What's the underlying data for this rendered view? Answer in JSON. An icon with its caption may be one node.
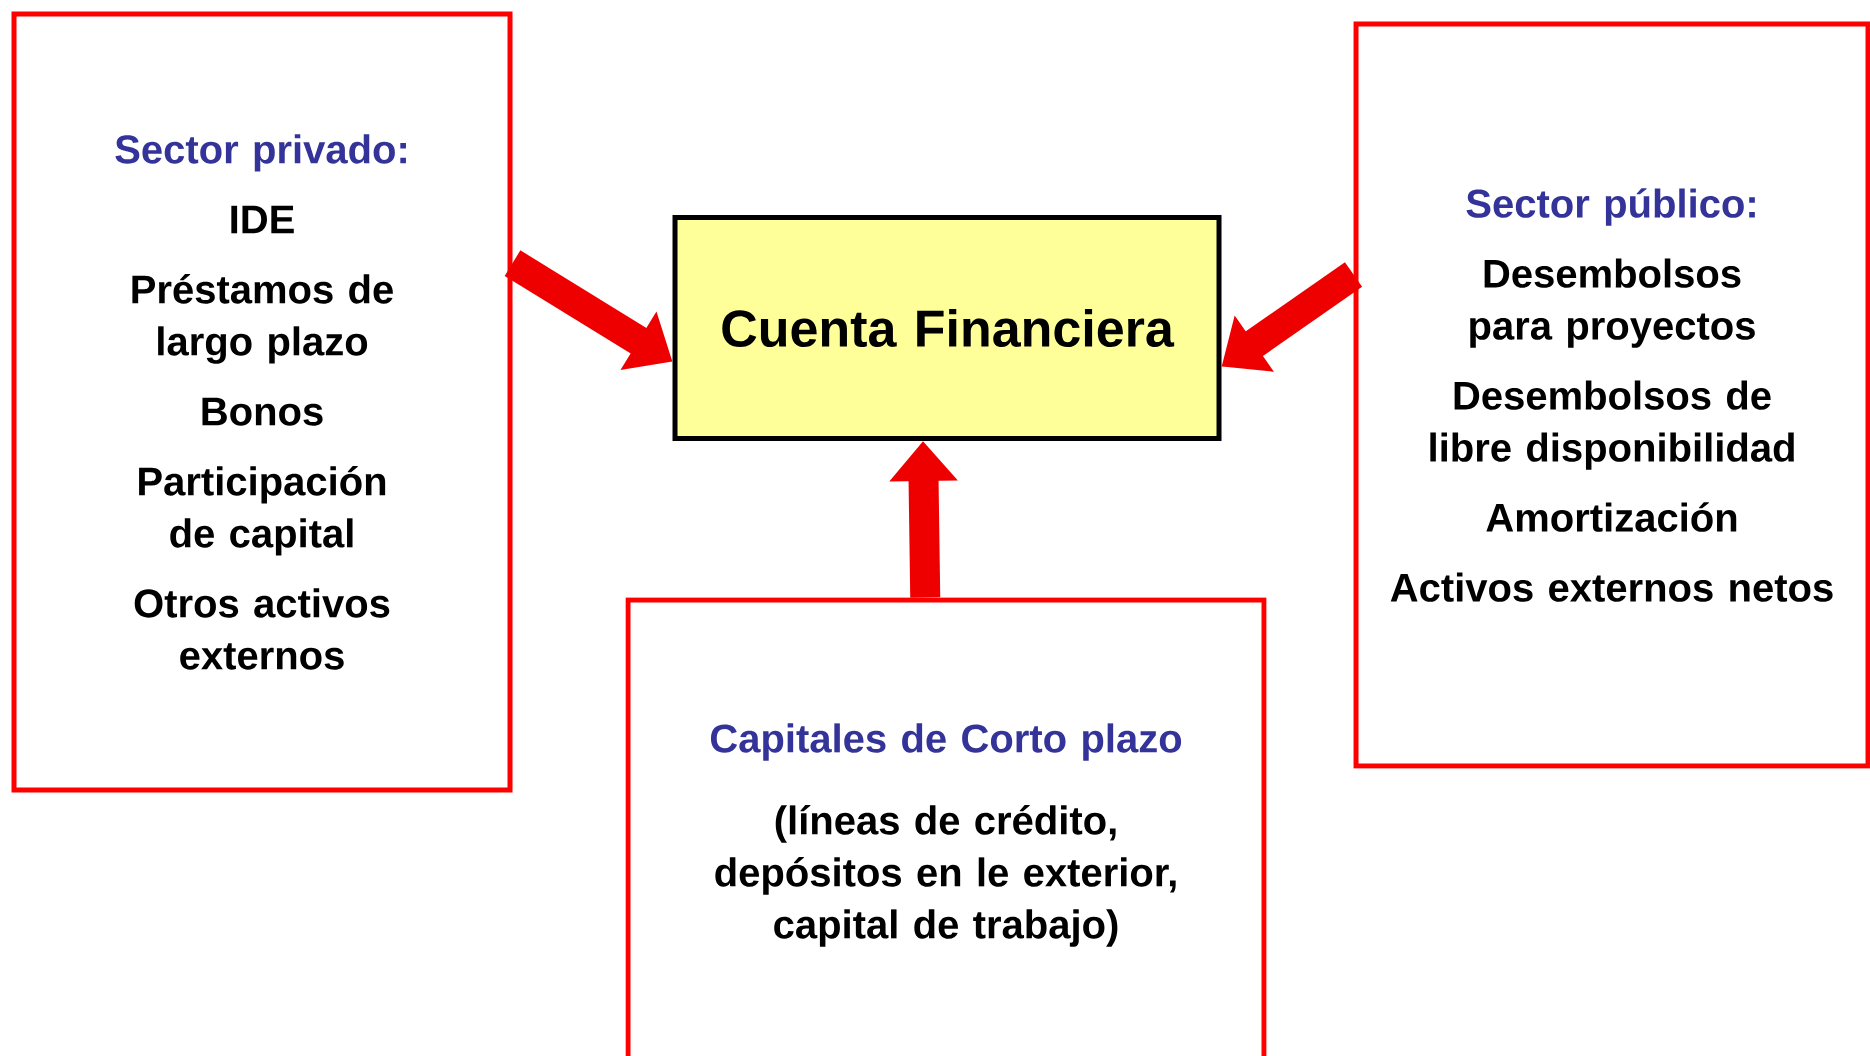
{
  "diagram": {
    "nodes": [
      {
        "text": [
          "Sector privado:",
          "IDE",
          "Préstamos de largo plazo",
          "Bonos",
          "Participación de capital",
          "Otros activos externos"
        ]
      },
      {
        "text": [
          "Cuenta Financiera"
        ]
      },
      {
        "text": [
          "Sector público:",
          "Desembolsos para proyectos",
          "Desembolsos de libre disponibilidad",
          "Amortización",
          "Activos externos netos"
        ]
      },
      {
        "text": [
          "Capitales de Corto plazo",
          "(líneas de crédito, depósitos en le exterior, capital de trabajo)"
        ]
      }
    ],
    "edges": [
      {
        "from": 0,
        "to": 1,
        "arrow": "to"
      },
      {
        "from": 2,
        "to": 1,
        "arrow": "to"
      },
      {
        "from": 3,
        "to": 1,
        "arrow": "to"
      }
    ]
  }
}
